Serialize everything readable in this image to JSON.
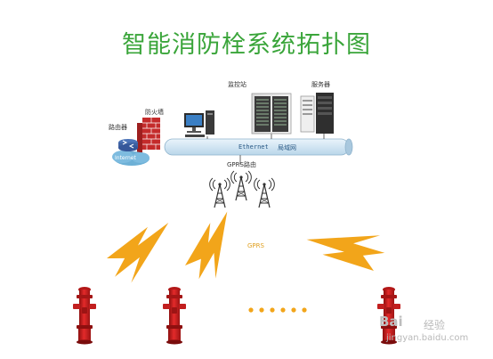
{
  "title": "智能消防栓系统拓扑图",
  "labels": {
    "router": "路由器",
    "firewall": "防火墙",
    "monitor_station": "监控站",
    "server": "服务器",
    "gprs_router": "GPRS路由",
    "ethernet": "Ethernet",
    "bus_suffix": "局域网",
    "internet": "Internet",
    "gprs": "GPRS"
  },
  "watermark": {
    "brand": "Bai",
    "suffix": "经验",
    "url": "jingyan.baidu.com"
  },
  "colors": {
    "title": "#3aa53a",
    "hydrant": "#d81e1e",
    "lightning": "#f2a51a",
    "dots": "#f2a51a",
    "bus": "#cfe4f2"
  },
  "icons": [
    "router-icon",
    "firewall-icon",
    "computer-icon",
    "server-rack-icon",
    "gprs-tower-icon",
    "lightning-icon",
    "fire-hydrant-icon",
    "ellipsis-dots-icon"
  ]
}
